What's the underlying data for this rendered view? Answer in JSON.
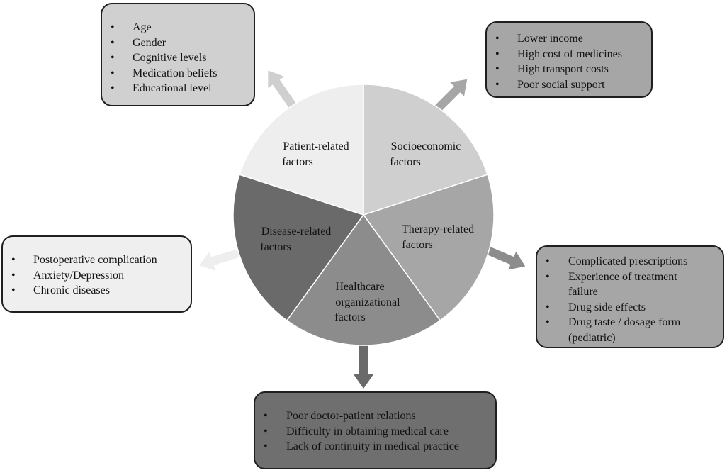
{
  "segments": [
    {
      "id": "patient",
      "label_lines": [
        "Patient-related",
        "factors"
      ],
      "fill": "#cfcfcf"
    },
    {
      "id": "socio",
      "label_lines": [
        "Socioeconomic",
        "factors"
      ],
      "fill": "#a6a6a6"
    },
    {
      "id": "therapy",
      "label_lines": [
        "Therapy-related",
        "factors"
      ],
      "fill": "#8c8c8c"
    },
    {
      "id": "health",
      "label_lines": [
        "Healthcare",
        "organizational",
        "factors"
      ],
      "fill": "#6a6a6a"
    },
    {
      "id": "disease",
      "label_lines": [
        "Disease-related",
        "factors"
      ],
      "fill": "#eeeeee"
    }
  ],
  "boxes": {
    "patient": {
      "items": [
        "Age",
        "Gender",
        "Cognitive levels",
        "Medication beliefs",
        "Educational level"
      ]
    },
    "socio": {
      "items": [
        "Lower income",
        "High cost of medicines",
        "High transport costs",
        "Poor social support"
      ]
    },
    "disease": {
      "items": [
        "Postoperative complication",
        "Anxiety/Depression",
        "Chronic diseases"
      ]
    },
    "therapy": {
      "items": [
        "Complicated prescriptions",
        "Experience of treatment",
        "failure",
        "Drug side effects",
        "Drug taste / dosage form",
        "(pediatric)"
      ]
    },
    "health": {
      "items": [
        "Poor doctor-patient relations",
        "Difficulty in obtaining medical care",
        "Lack of continuity in medical practice"
      ]
    }
  },
  "bullet_symbol": "•",
  "colors": {
    "outline": "#1f1f1f",
    "arrow_patient": "#cfcfcf",
    "arrow_socio": "#a6a6a6",
    "arrow_therapy": "#8c8c8c",
    "arrow_health": "#6a6a6a",
    "arrow_disease": "#eeeeee"
  }
}
